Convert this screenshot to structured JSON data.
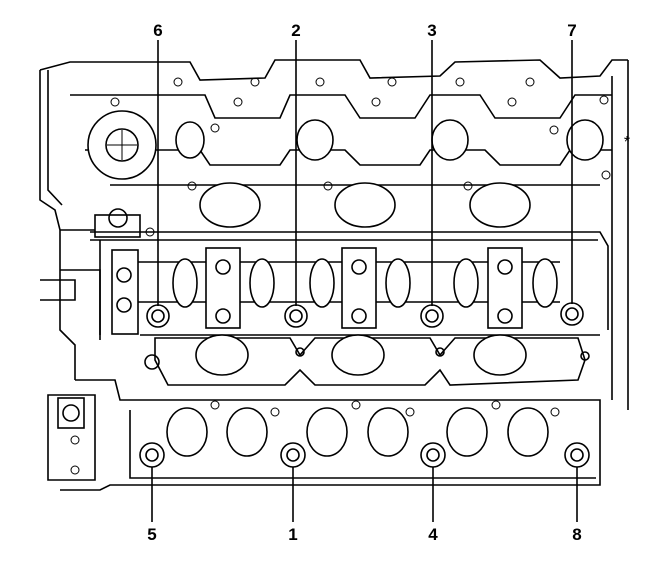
{
  "diagram": {
    "callouts": [
      "6",
      "2",
      "3",
      "7",
      "5",
      "1",
      "4",
      "8"
    ],
    "asterisk": "*"
  }
}
